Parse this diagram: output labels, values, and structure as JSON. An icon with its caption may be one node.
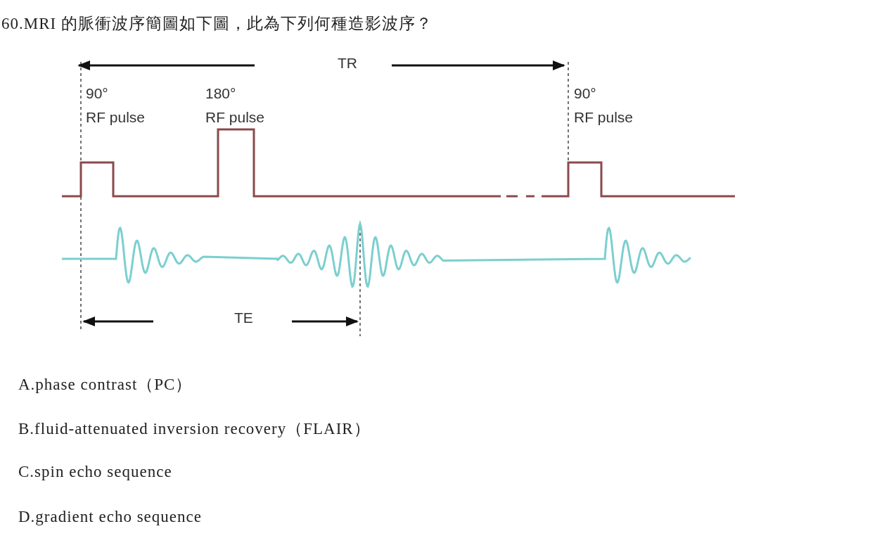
{
  "diagram": {
    "title": "60.MRI 的脈衝波序簡圖如下圖，此為下列何種造影波序？",
    "labels": [
      "TR",
      "90° RF pulse",
      "180° RF pulse",
      "90° RF pulse",
      "TE",
      "A.phase contrast（PC）",
      "B.fluid-attenuated inversion recovery（FLAIR）",
      "C.spin echo sequence",
      "D.gradient echo sequence"
    ]
  }
}
